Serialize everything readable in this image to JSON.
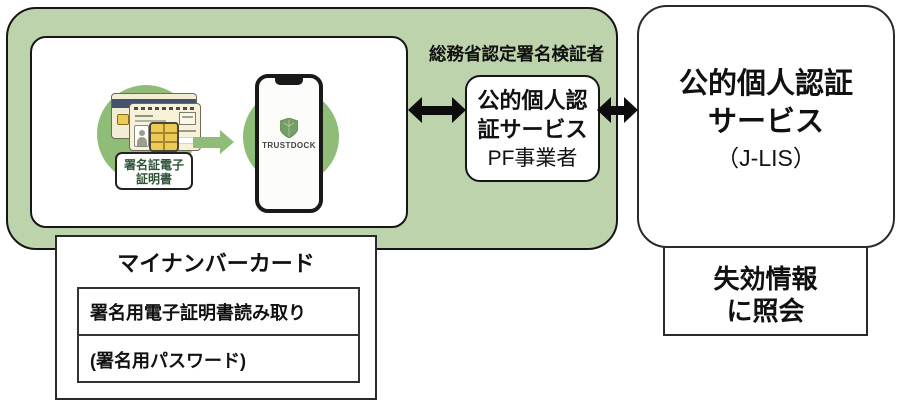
{
  "colors": {
    "panel_green": "#bdd3ab",
    "accent_green": "#8fbc77",
    "arrow_black": "#0c0c0c",
    "card_cream": "#f3edd5",
    "stripe_navy": "#45526b",
    "chip_gold": "#eccb55",
    "cert_label_text": "#2e5339",
    "box_background": "#ffffff",
    "border_black": "#161616"
  },
  "green_panel": {
    "verifier_caption": "総務省認定署名検証者",
    "pf_box": {
      "line1": "公的個人認",
      "line2": "証サービス",
      "line3": "PF事業者"
    }
  },
  "illustration": {
    "cert_label_line1": "署名証電子",
    "cert_label_line2": "証明書",
    "phone_logo": "TRUSTDOCK"
  },
  "jlis_box": {
    "line1": "公的個人認証",
    "line2": "サービス",
    "line3": "（J-LIS）"
  },
  "revocation_box": {
    "line1": "失効情報",
    "line2": "に照会"
  },
  "mynumber_box": {
    "title": "マイナンバーカード",
    "rows": [
      "署名用電子証明書読み取り",
      "(署名用パスワード)"
    ]
  }
}
